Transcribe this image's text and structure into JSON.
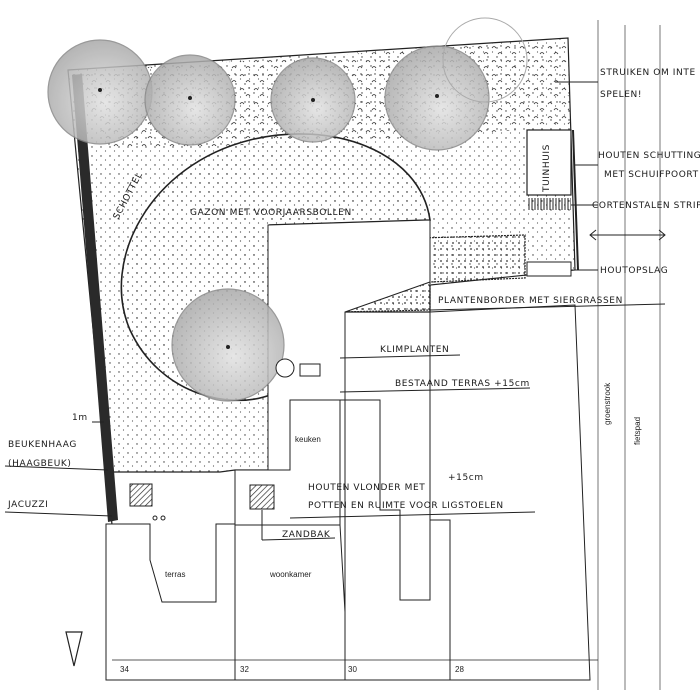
{
  "labels": {
    "struiken": "STRUIKEN OM INTE",
    "spelen": "SPELEN!",
    "schuttingLine1": "HOUTEN SCHUTTING",
    "schuttingLine2": "MET SCHUIFPOORT",
    "tuinhuis": "TUINHUIS",
    "cortenstrip": "CORTENSTALEN STRIP",
    "houtopslag": "HOUTOPSLAG",
    "plantenborder": "PLANTENBORDER MET SIERGRASSEN",
    "klimplanten": "KLIMPLANTEN",
    "bestaandTerras": "BESTAAND TERRAS +15cm",
    "vlonderLine1": "HOUTEN VLONDER MET",
    "vlonderHeight": "+15cm",
    "vlonderLine2": "POTTEN EN RUIMTE VOOR LIGSTOELEN",
    "zandbak": "ZANDBAK",
    "gazon": "GAZON MET VOORJAARSBOLLEN",
    "schotel": "SCHOTTEL",
    "oneMeter": "1m",
    "beukenhaagLine1": "BEUKENHAAG",
    "beukenhaagLine2": "(HAAGBEUK)",
    "jacuzzi": "JACUZZI",
    "keuken": "keuken",
    "terras": "terras",
    "woonkamer": "woonkamer",
    "groenstrook": "groenstrook",
    "fietspad": "fietspad",
    "houseNumbers": [
      "34",
      "32",
      "30",
      "28"
    ]
  },
  "colors": {
    "ink": "#222222",
    "treeShade": "#bfbfbf",
    "hedge": "#2a2a2a"
  },
  "icons": [
    "north-arrow-icon",
    "double-arrow-icon"
  ]
}
